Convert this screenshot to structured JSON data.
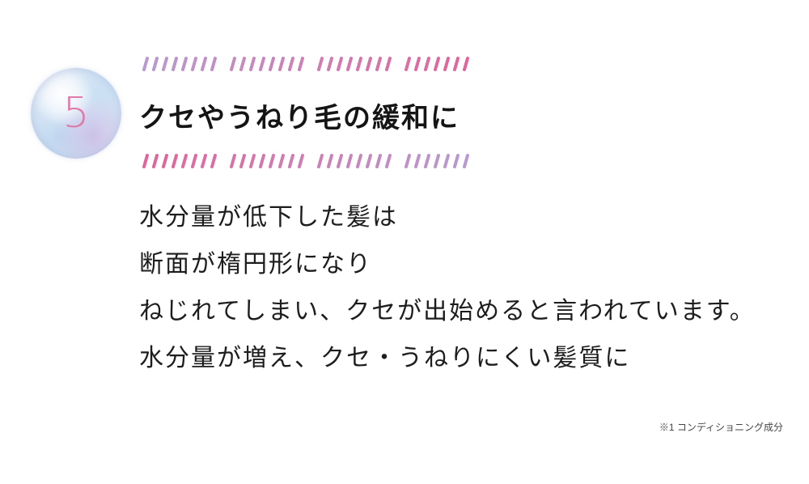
{
  "step_number": "5",
  "title": "クセやうねり毛の緩和に",
  "body_lines": [
    "水分量が低下した髪は",
    "断面が楕円形になり",
    "ねじれてしまい、クセが出始めると言われています。",
    "水分量が増え、クセ・うねりにくい髪質に"
  ],
  "footnote": "※1 コンディショニング成分",
  "colors": {
    "pink": "#e3649a",
    "lavender": "#b89ad0",
    "number": "#e07aa8"
  }
}
